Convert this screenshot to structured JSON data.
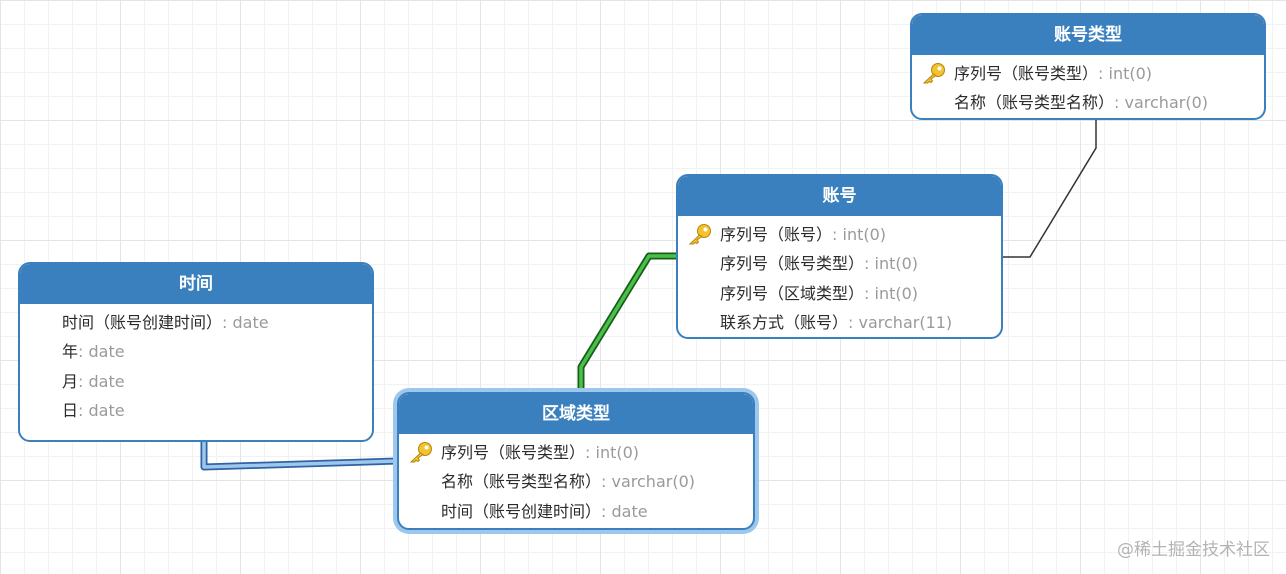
{
  "entities": {
    "account_type": {
      "title": "账号类型",
      "fields": [
        {
          "name": "序列号（账号类型）",
          "sep": ": ",
          "type": "int(0)",
          "primary_key": true
        },
        {
          "name": "名称（账号类型名称）",
          "sep": ": ",
          "type": "varchar(0)",
          "primary_key": false
        }
      ]
    },
    "account": {
      "title": "账号",
      "fields": [
        {
          "name": "序列号（账号）",
          "sep": ": ",
          "type": "int(0)",
          "primary_key": true
        },
        {
          "name": "序列号（账号类型）",
          "sep": ": ",
          "type": "int(0)",
          "primary_key": false
        },
        {
          "name": "序列号（区域类型）",
          "sep": ": ",
          "type": "int(0)",
          "primary_key": false
        },
        {
          "name": "联系方式（账号）",
          "sep": ": ",
          "type": "varchar(11)",
          "primary_key": false
        }
      ]
    },
    "time": {
      "title": "时间",
      "fields": [
        {
          "name": "时间（账号创建时间）",
          "sep": ": ",
          "type": "date",
          "primary_key": false
        },
        {
          "name": "年",
          "sep": ": ",
          "type": "date",
          "primary_key": false
        },
        {
          "name": "月",
          "sep": ": ",
          "type": "date",
          "primary_key": false
        },
        {
          "name": "日",
          "sep": ": ",
          "type": "date",
          "primary_key": false
        }
      ]
    },
    "region_type": {
      "title": "区域类型",
      "selected": true,
      "fields": [
        {
          "name": "序列号（账号类型）",
          "sep": ": ",
          "type": "int(0)",
          "primary_key": true
        },
        {
          "name": "名称（账号类型名称）",
          "sep": ": ",
          "type": "varchar(0)",
          "primary_key": false
        },
        {
          "name": "时间（账号创建时间）",
          "sep": ": ",
          "type": "date",
          "primary_key": false
        }
      ]
    }
  },
  "relationships": [
    {
      "from": "account",
      "to": "account_type",
      "style": "plain",
      "color": "#333333"
    },
    {
      "from": "region_type",
      "to": "account",
      "style": "highlighted",
      "color": "#2e9d2e"
    },
    {
      "from": "region_type",
      "to": "time",
      "style": "highlighted",
      "color": "#5a9fdc"
    }
  ],
  "colors": {
    "header": "#3a80be",
    "selected_glow": "#9ec7ee",
    "field_type": "#9a9a9a",
    "grid": "#e4e4e4"
  },
  "watermark": "@稀土掘金技术社区"
}
